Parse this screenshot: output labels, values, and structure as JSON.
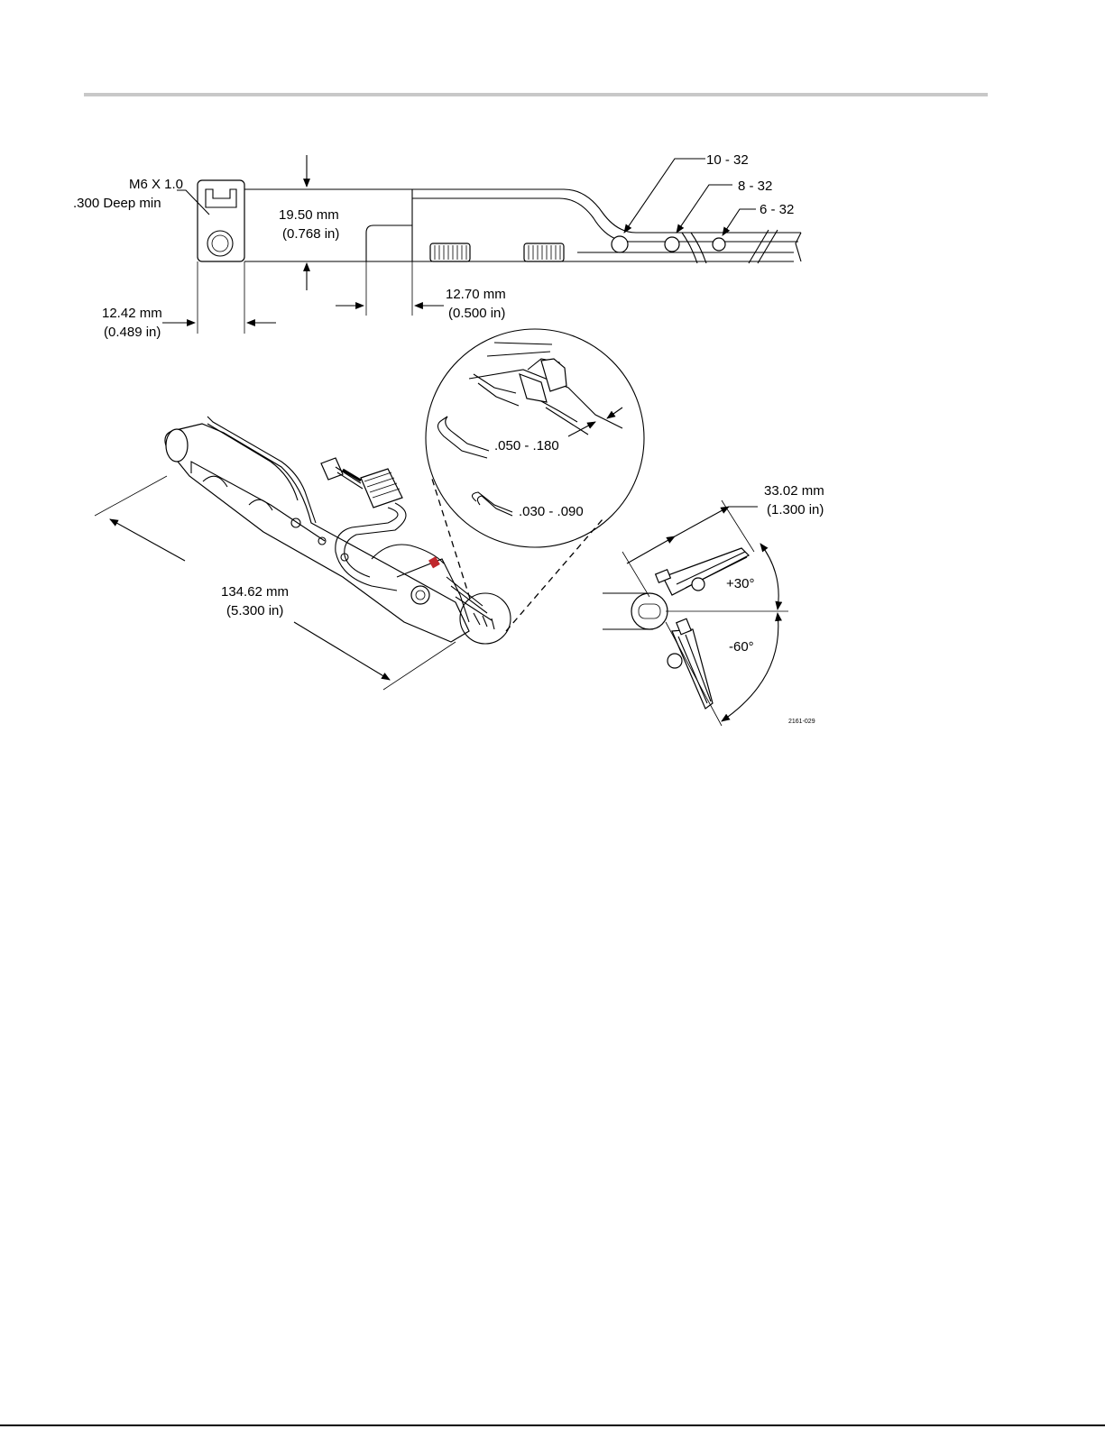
{
  "labels": {
    "thread_m6": "M6 X 1.0",
    "thread_depth": ".300 Deep min",
    "height_mm": "19.50 mm",
    "height_in": "(0.768 in)",
    "width_mm": "12.42 mm",
    "width_in": "(0.489 in)",
    "offset_mm": "12.70 mm",
    "offset_in": "(0.500 in)",
    "hole_10_32": "10 - 32",
    "hole_8_32": "8 - 32",
    "hole_6_32": "6 - 32",
    "length_mm": "134.62 mm",
    "length_in": "(5.300 in)",
    "tip_large": ".050 - .180",
    "tip_small": ".030 - .090",
    "reach_mm": "33.02 mm",
    "reach_in": "(1.300 in)",
    "angle_up": "+30°",
    "angle_down": "-60°",
    "figure_id": "2161-029"
  },
  "colors": {
    "line": "#000000",
    "rule": "#c8c8c8",
    "accent_red": "#c0282d"
  }
}
